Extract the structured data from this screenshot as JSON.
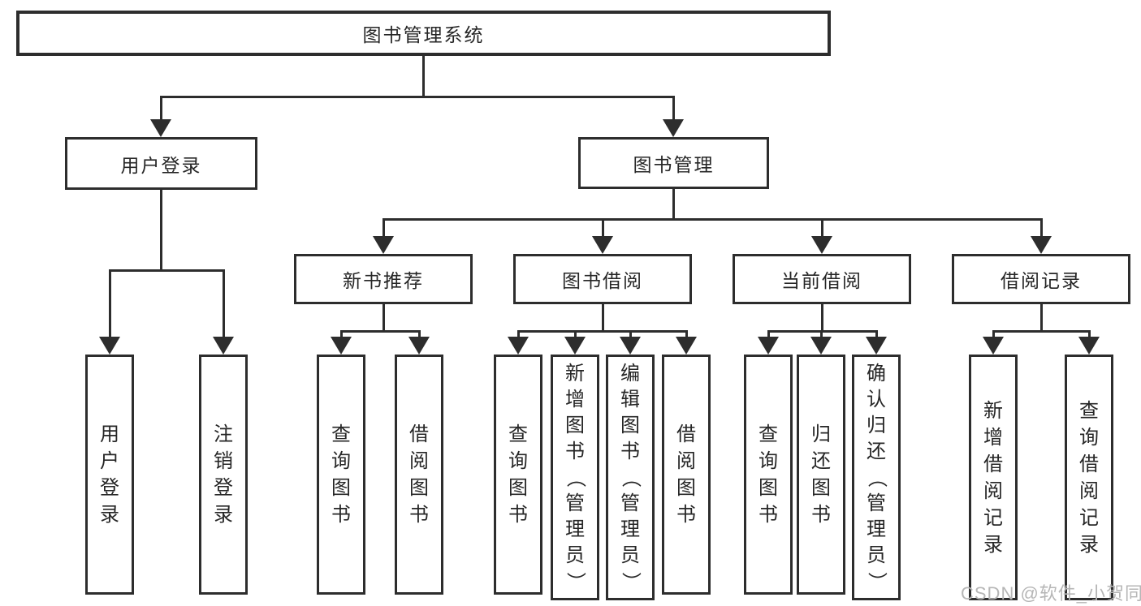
{
  "diagram_title": "图书管理系统",
  "watermark": "CSDN @软件_小贺同学",
  "colors": {
    "line": "#2d2d2d",
    "box_border": "#2d2d2d",
    "text": "#262626",
    "watermark": "#b6b6b6",
    "background": "#ffffff"
  },
  "nodes": [
    {
      "id": "root",
      "label": "图书管理系统",
      "vertical": false
    },
    {
      "id": "user-login",
      "label": "用户登录",
      "vertical": false
    },
    {
      "id": "book-manage",
      "label": "图书管理",
      "vertical": false
    },
    {
      "id": "new-book-recommend",
      "label": "新书推荐",
      "vertical": false
    },
    {
      "id": "book-borrow",
      "label": "图书借阅",
      "vertical": false
    },
    {
      "id": "current-borrow",
      "label": "当前借阅",
      "vertical": false
    },
    {
      "id": "borrow-records",
      "label": "借阅记录",
      "vertical": false
    },
    {
      "id": "leaf-user-login",
      "label": "用户登录",
      "vertical": true
    },
    {
      "id": "leaf-logout",
      "label": "注销登录",
      "vertical": true
    },
    {
      "id": "leaf-query-book-recommend",
      "label": "查询图书",
      "vertical": true
    },
    {
      "id": "leaf-borrow-book-recommend",
      "label": "借阅图书",
      "vertical": true
    },
    {
      "id": "leaf-query-book-borrow",
      "label": "查询图书",
      "vertical": true
    },
    {
      "id": "leaf-add-book-admin",
      "label": "新增图书（管理员）",
      "vertical": true
    },
    {
      "id": "leaf-edit-book-admin",
      "label": "编辑图书（管理员）",
      "vertical": true
    },
    {
      "id": "leaf-borrow-book-borrow",
      "label": "借阅图书",
      "vertical": true
    },
    {
      "id": "leaf-query-book-current",
      "label": "查询图书",
      "vertical": true
    },
    {
      "id": "leaf-return-book",
      "label": "归还图书",
      "vertical": true
    },
    {
      "id": "leaf-confirm-return-admin",
      "label": "确认归还（管理员）",
      "vertical": true
    },
    {
      "id": "leaf-add-borrow-record",
      "label": "新增借阅记录",
      "vertical": true
    },
    {
      "id": "leaf-query-borrow-record",
      "label": "查询借阅记录",
      "vertical": true
    }
  ],
  "edges": [
    [
      "root",
      "user-login"
    ],
    [
      "root",
      "book-manage"
    ],
    [
      "user-login",
      "leaf-user-login"
    ],
    [
      "user-login",
      "leaf-logout"
    ],
    [
      "book-manage",
      "new-book-recommend"
    ],
    [
      "book-manage",
      "book-borrow"
    ],
    [
      "book-manage",
      "current-borrow"
    ],
    [
      "book-manage",
      "borrow-records"
    ],
    [
      "new-book-recommend",
      "leaf-query-book-recommend"
    ],
    [
      "new-book-recommend",
      "leaf-borrow-book-recommend"
    ],
    [
      "book-borrow",
      "leaf-query-book-borrow"
    ],
    [
      "book-borrow",
      "leaf-add-book-admin"
    ],
    [
      "book-borrow",
      "leaf-edit-book-admin"
    ],
    [
      "book-borrow",
      "leaf-borrow-book-borrow"
    ],
    [
      "current-borrow",
      "leaf-query-book-current"
    ],
    [
      "current-borrow",
      "leaf-return-book"
    ],
    [
      "current-borrow",
      "leaf-confirm-return-admin"
    ],
    [
      "borrow-records",
      "leaf-add-borrow-record"
    ],
    [
      "borrow-records",
      "leaf-query-borrow-record"
    ]
  ]
}
